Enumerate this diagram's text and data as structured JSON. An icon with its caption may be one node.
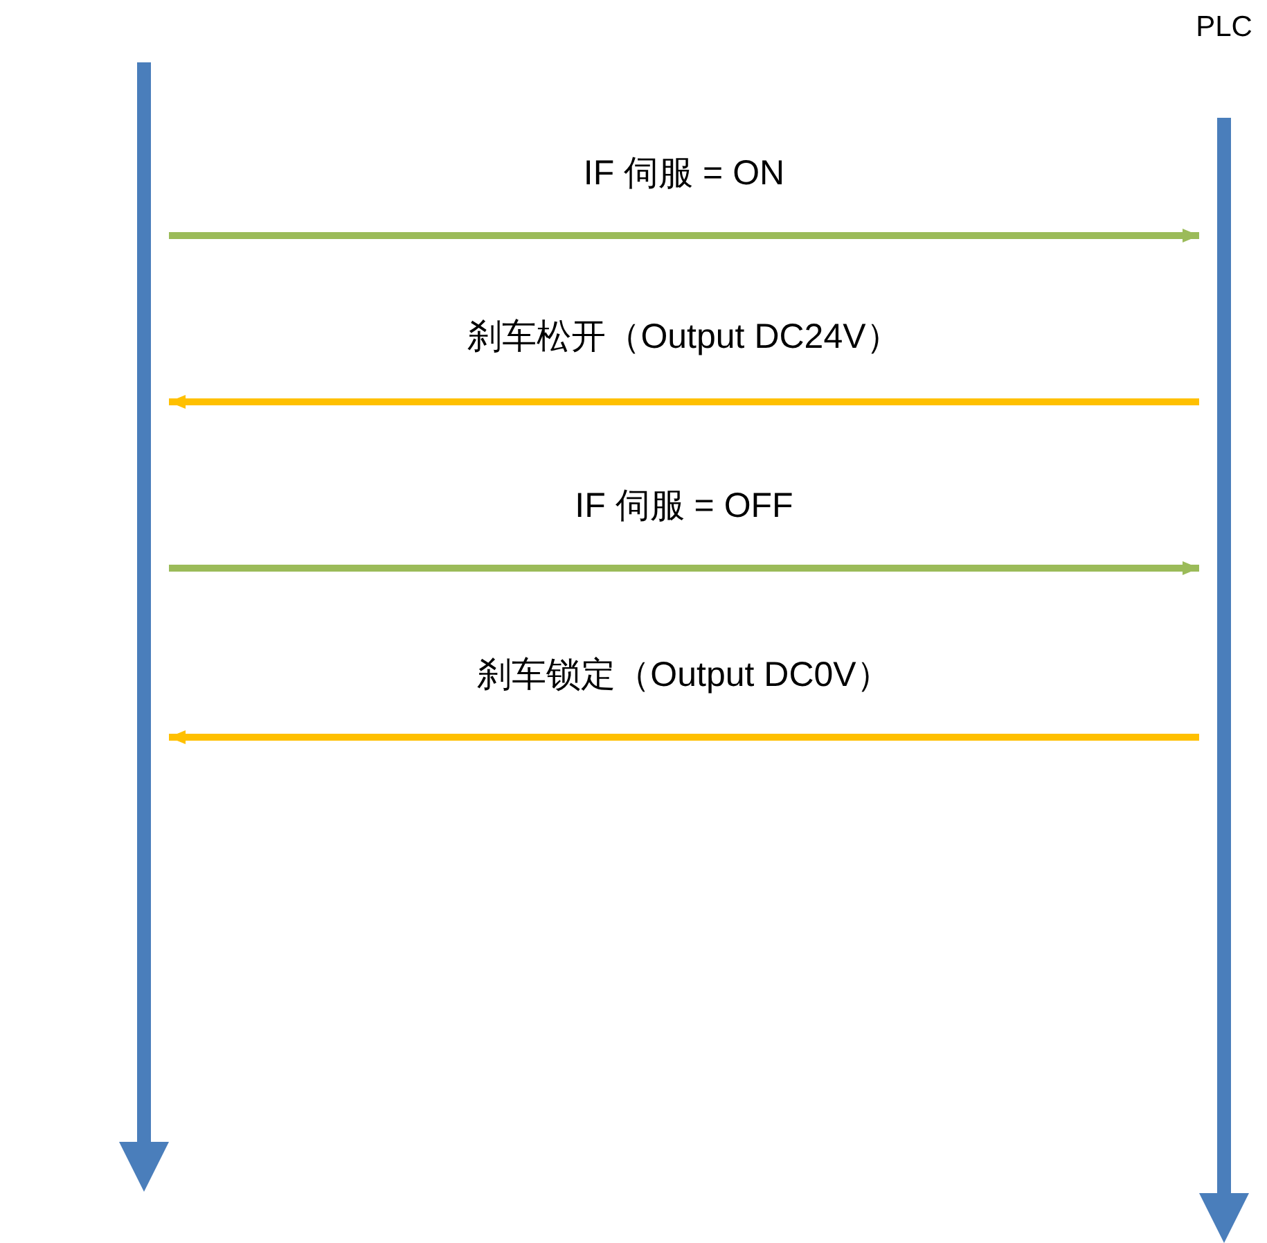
{
  "diagram": {
    "nodes": [
      {
        "text": [],
        "shape": "bar"
      },
      {
        "text": [
          "PLC"
        ]
      }
    ],
    "edges": [
      {
        "from": 0,
        "to": 1,
        "arrow": "to",
        "label": "IF  伺服  = ON",
        "color": "#9bbb59"
      },
      {
        "from": 1,
        "to": 0,
        "arrow": "to",
        "label": "刹车松开（Output DC24V）",
        "color": "#ffc000"
      },
      {
        "from": 0,
        "to": 1,
        "arrow": "to",
        "label": "IF  伺服  = OFF",
        "color": "#9bbb59"
      },
      {
        "from": 1,
        "to": 0,
        "arrow": "to",
        "label": "刹车锁定（Output DC0V）",
        "color": "#ffc000"
      }
    ]
  }
}
